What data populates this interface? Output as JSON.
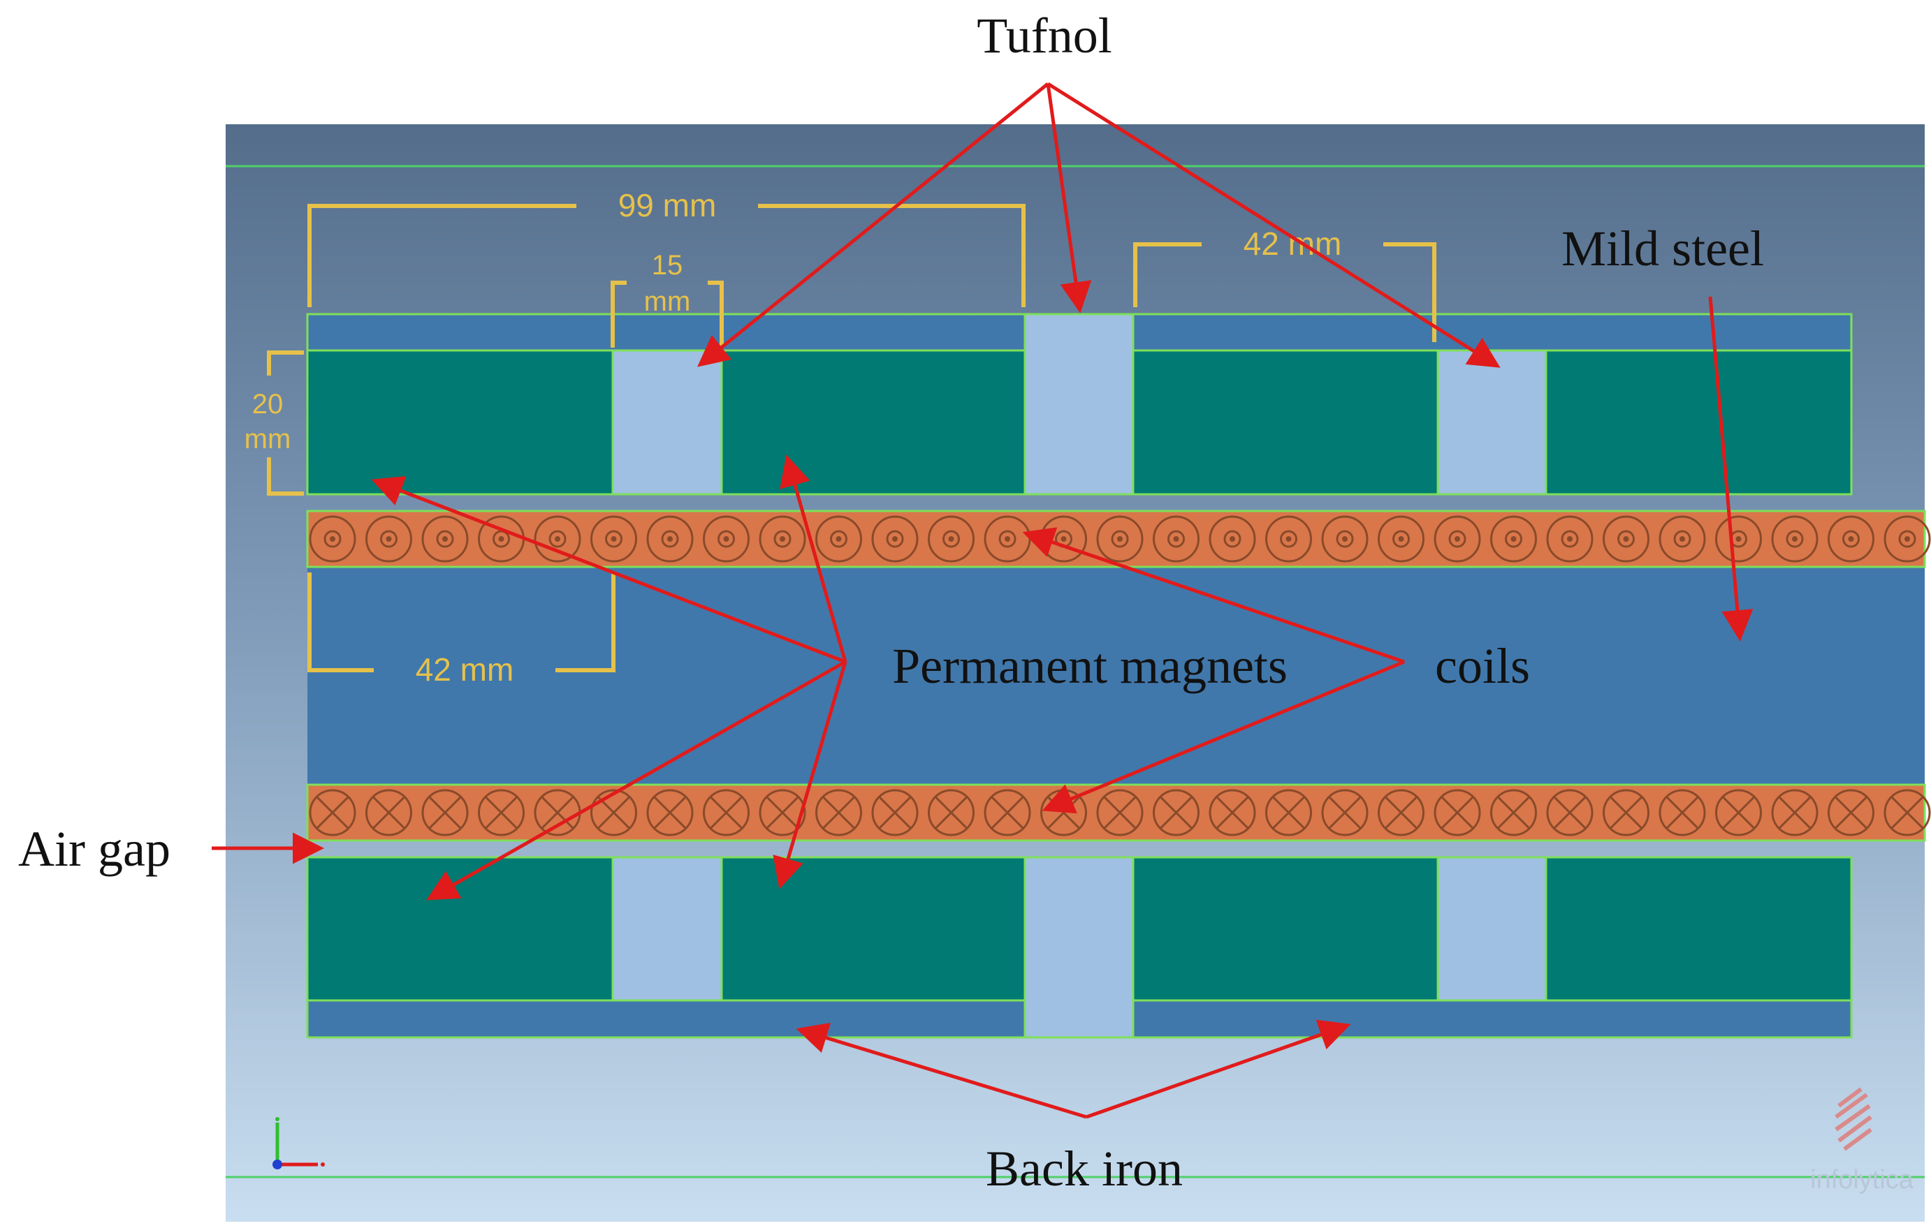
{
  "labels": {
    "tufnol": "Tufnol",
    "mild_steel": "Mild steel",
    "permanent_magnets": "Permanent magnets",
    "coils": "coils",
    "air_gap": "Air gap",
    "back_iron": "Back iron"
  },
  "dimensions": {
    "d99": "99 mm",
    "d15_line1": "15",
    "d15_line2": "mm",
    "d42_top": "42 mm",
    "d20_line1": "20",
    "d20_line2": "mm",
    "d42_left": "42 mm"
  },
  "logo": {
    "text": "infolytica"
  },
  "axis_triad": {
    "x_axis_color": "#e11b1b",
    "y_axis_color": "#2fbf2f",
    "z_axis_color": "#2040d0"
  },
  "colors": {
    "viewport_top": "#536d8b",
    "viewport_bottom": "#c6dbee",
    "steel": "#4178ab",
    "magnet": "#007a72",
    "tufnol": "#9fc0e2",
    "coil": "#d9774a",
    "outline": "#7ee05a",
    "dimension": "#e6c14a",
    "arrow": "#e11b1b"
  }
}
